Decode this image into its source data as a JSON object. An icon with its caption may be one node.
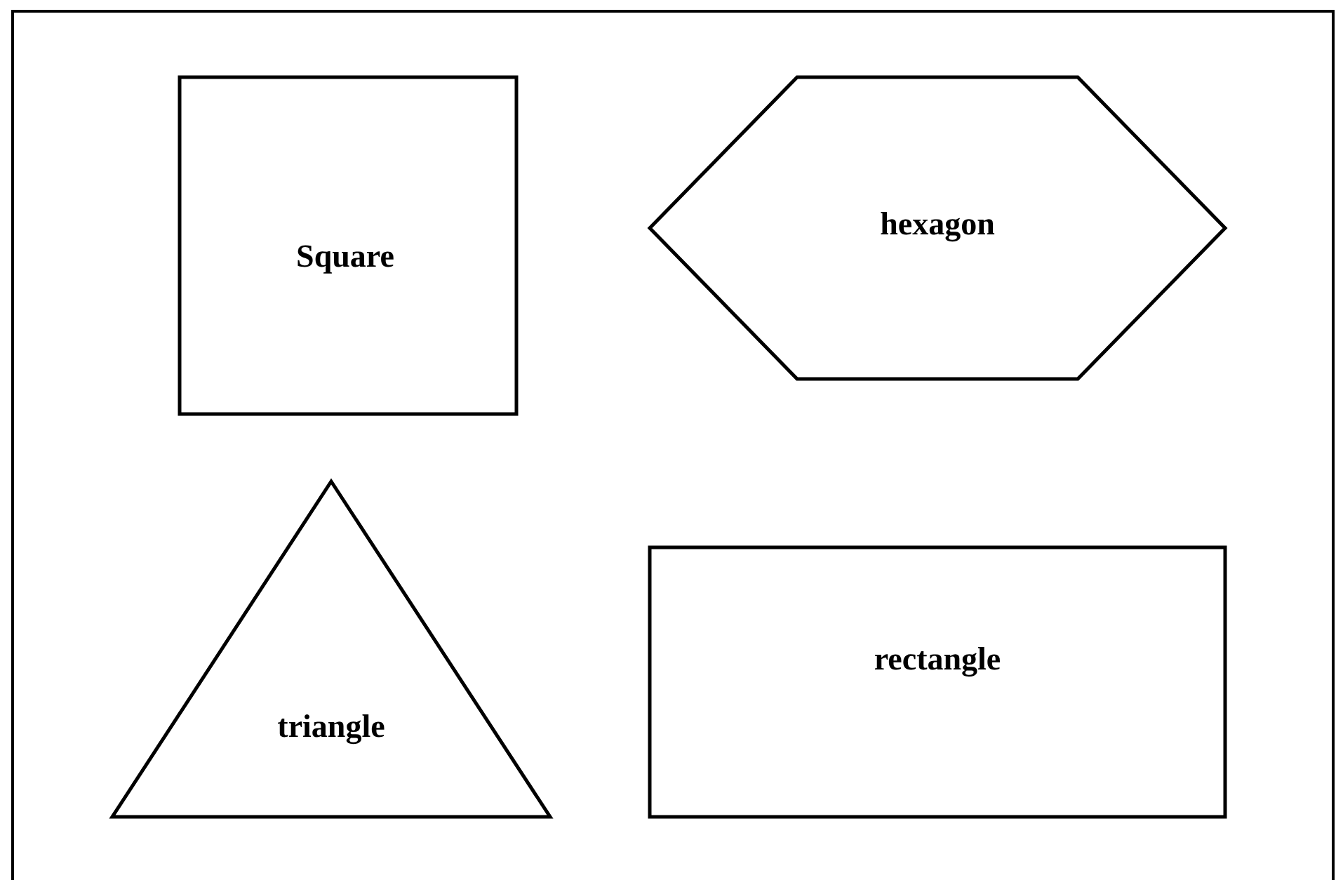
{
  "diagram": {
    "nodes": [
      {
        "text": [
          "Square"
        ]
      },
      {
        "text": [
          "hexagon"
        ]
      },
      {
        "text": [
          "triangle"
        ]
      },
      {
        "text": [
          "rectangle"
        ]
      }
    ]
  }
}
